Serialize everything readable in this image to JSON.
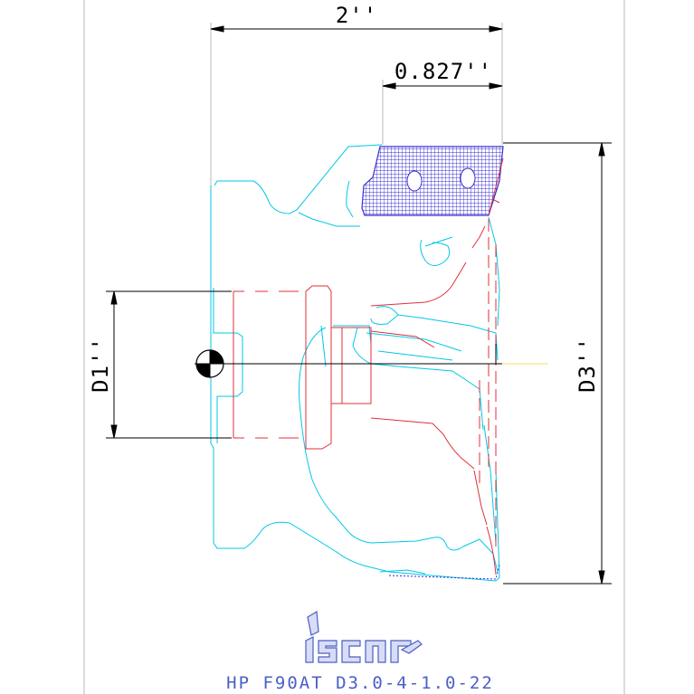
{
  "dimensions": {
    "overall_width": "2''",
    "insert_width": "0.827''",
    "bore_diameter": "D1''",
    "cutting_diameter": "D3''"
  },
  "logo": {
    "text": "iscar"
  },
  "designation": "HP F90AT D3.0-4-1.0-22",
  "colors": {
    "outline_cyan": "#00c8e6",
    "hidden_red": "#e0303a",
    "insert_blue": "#3a2fd0",
    "dimension_black": "#000000",
    "centerline_yellow": "#f0e060",
    "title_blue": "#4a5fc8"
  }
}
